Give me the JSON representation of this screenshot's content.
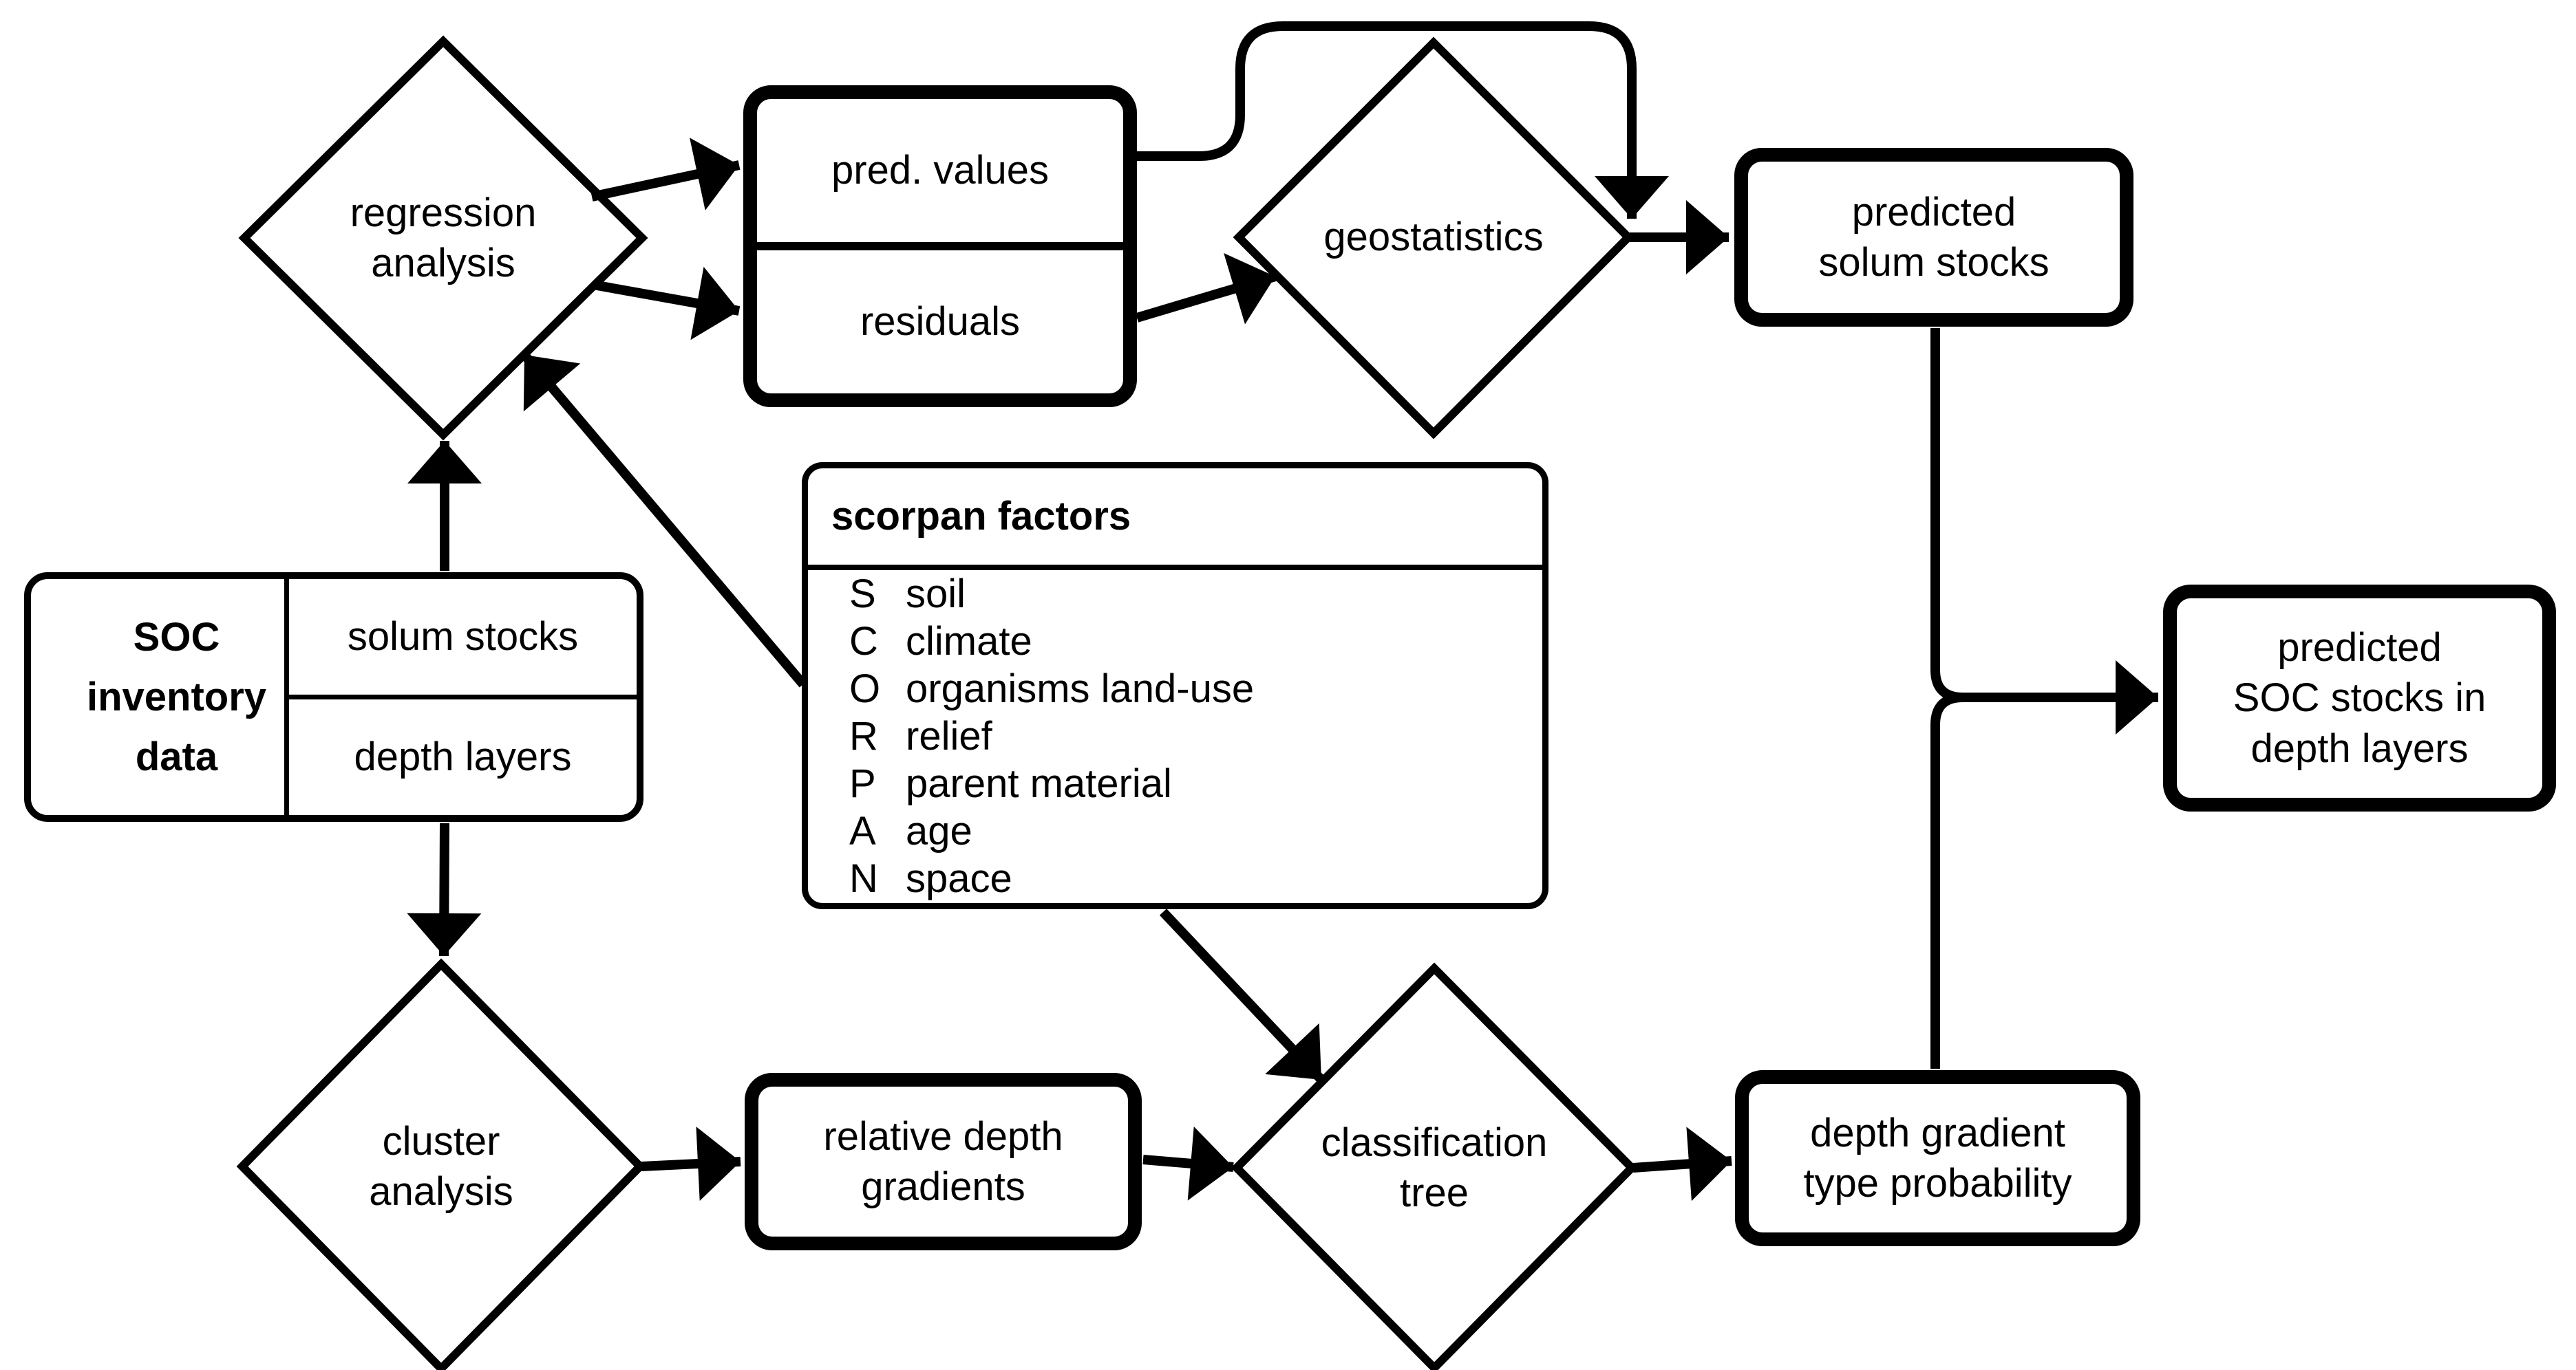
{
  "colors": {
    "ink": "#000000",
    "paper": "#ffffff"
  },
  "nodes": {
    "regression_analysis": {
      "line1": "regression",
      "line2": "analysis"
    },
    "model_outputs": {
      "top_cell": "pred. values",
      "bottom_cell": "residuals"
    },
    "geostatistics": {
      "label": "geostatistics"
    },
    "predicted_solum_stocks": {
      "line1": "predicted",
      "line2": "solum stocks"
    },
    "soc_inventory_data": {
      "title_line1": "SOC",
      "title_line2": "inventory",
      "title_line3": "data",
      "top_cell": "solum stocks",
      "bottom_cell": "depth layers"
    },
    "scorpan_factors": {
      "title": "scorpan factors",
      "items": [
        {
          "letter": "S",
          "label": "soil"
        },
        {
          "letter": "C",
          "label": "climate"
        },
        {
          "letter": "O",
          "label": "organisms land-use"
        },
        {
          "letter": "R",
          "label": "relief"
        },
        {
          "letter": "P",
          "label": "parent material"
        },
        {
          "letter": "A",
          "label": "age"
        },
        {
          "letter": "N",
          "label": "space"
        }
      ]
    },
    "cluster_analysis": {
      "line1": "cluster",
      "line2": "analysis"
    },
    "relative_depth_gradients": {
      "line1": "relative depth",
      "line2": "gradients"
    },
    "classification_tree": {
      "line1": "classification",
      "line2": "tree"
    },
    "depth_gradient_type_probability": {
      "line1": "depth gradient",
      "line2": "type probability"
    },
    "predicted_soc_stocks_in_depth_layers": {
      "line1": "predicted",
      "line2": "SOC stocks in",
      "line3": "depth layers"
    }
  }
}
